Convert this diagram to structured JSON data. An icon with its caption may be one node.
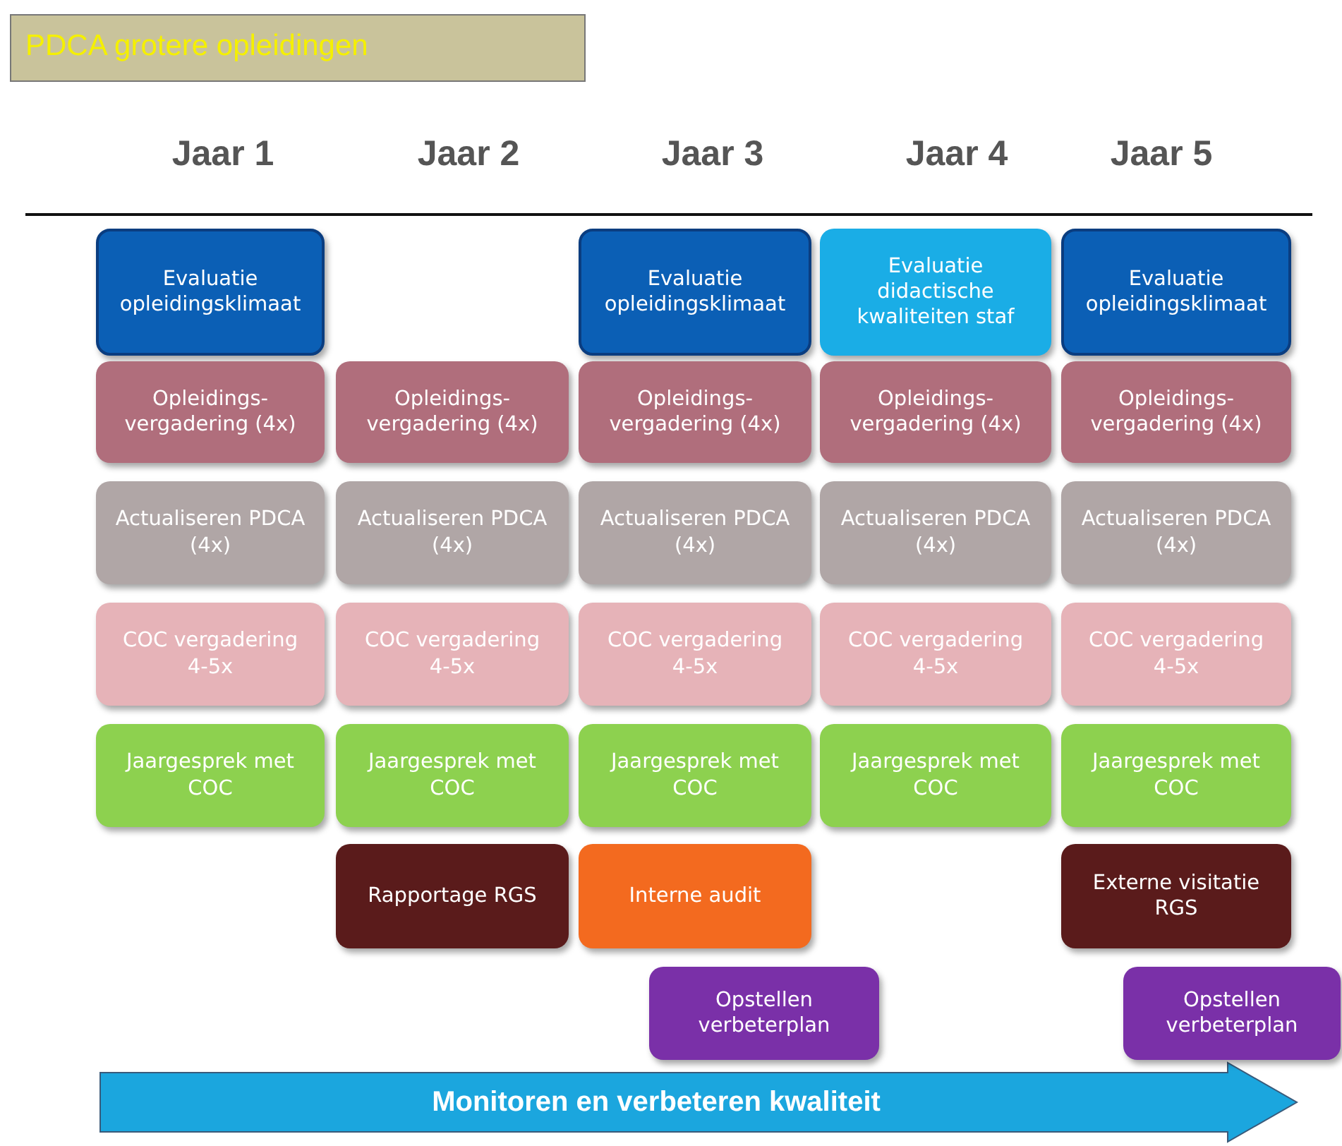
{
  "diagram": {
    "title": "PDCA grotere opleidingen",
    "nodes": [
      {
        "text": [
          "Evaluatie opleidingsklimaat"
        ]
      },
      {
        "text": [
          "Evaluatie opleidingsklimaat"
        ]
      },
      {
        "text": [
          "Evaluatie didactische kwaliteiten staf"
        ]
      },
      {
        "text": [
          "Evaluatie opleidingsklimaat"
        ]
      },
      {
        "text": [
          "Opleidings- vergadering (4x)"
        ]
      },
      {
        "text": [
          "Opleidings- vergadering (4x)"
        ]
      },
      {
        "text": [
          "Opleidings- vergadering (4x)"
        ]
      },
      {
        "text": [
          "Opleidings- vergadering (4x)"
        ]
      },
      {
        "text": [
          "Opleidings- vergadering (4x)"
        ]
      },
      {
        "text": [
          "Actualiseren PDCA (4x)"
        ]
      },
      {
        "text": [
          "Actualiseren PDCA (4x)"
        ]
      },
      {
        "text": [
          "Actualiseren PDCA (4x)"
        ]
      },
      {
        "text": [
          "Actualiseren PDCA (4x)"
        ]
      },
      {
        "text": [
          "Actualiseren PDCA (4x)"
        ]
      },
      {
        "text": [
          "COC vergadering 4-5x"
        ]
      },
      {
        "text": [
          "COC vergadering 4-5x"
        ]
      },
      {
        "text": [
          "COC vergadering 4-5x"
        ]
      },
      {
        "text": [
          "COC vergadering 4-5x"
        ]
      },
      {
        "text": [
          "COC vergadering 4-5x"
        ]
      },
      {
        "text": [
          "Jaargesprek met COC"
        ]
      },
      {
        "text": [
          "Jaargesprek met COC"
        ]
      },
      {
        "text": [
          "Jaargesprek met COC"
        ]
      },
      {
        "text": [
          "Jaargesprek met COC"
        ]
      },
      {
        "text": [
          "Jaargesprek met COC"
        ]
      },
      {
        "text": [
          "Rapportage RGS"
        ]
      },
      {
        "text": [
          "Interne audit"
        ]
      },
      {
        "text": [
          "Externe visitatie RGS"
        ]
      },
      {
        "text": [
          "Opstellen verbeterplan"
        ]
      },
      {
        "text": [
          "Opstellen verbeterplan"
        ]
      },
      {
        "text": [
          "Monitoren en verbeteren kwaliteit"
        ]
      }
    ],
    "labels": [
      "Jaar 1",
      "Jaar 2",
      "Jaar 3",
      "Jaar 4",
      "Jaar 5"
    ]
  }
}
